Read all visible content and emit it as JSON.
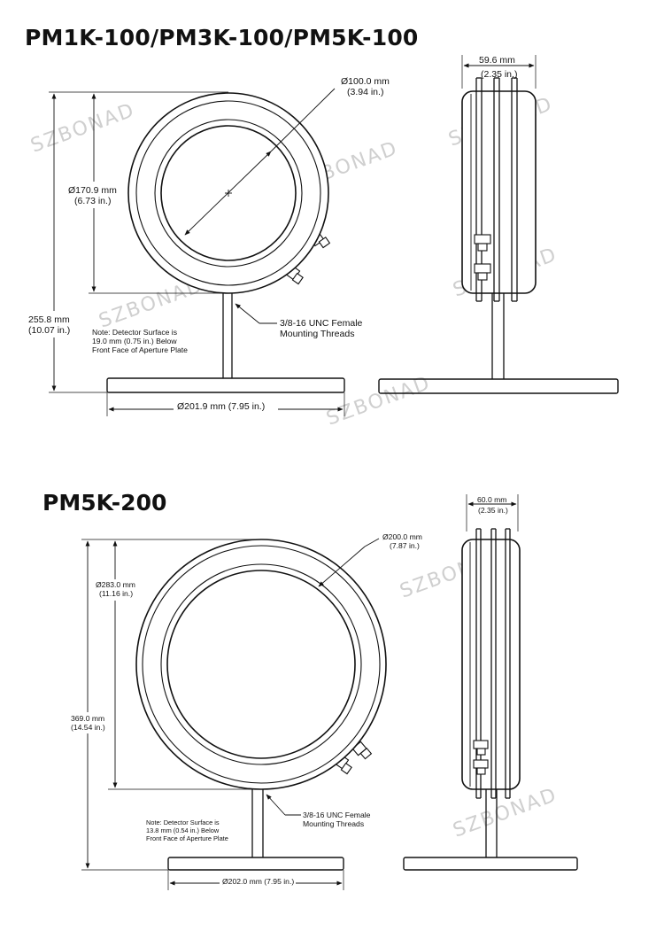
{
  "watermark": "SZBONAD",
  "colors": {
    "line": "#111111",
    "watermark": "#cfcfcf",
    "background": "#ffffff"
  },
  "drawing1": {
    "title": "PM1K-100/PM3K-100/PM5K-100",
    "aperture_dia": {
      "mm": "Ø100.0 mm",
      "in": "(3.94 in.)"
    },
    "housing_dia": {
      "mm": "Ø170.9 mm",
      "in": "(6.73 in.)"
    },
    "overall_height": {
      "mm": "255.8 mm",
      "in": "(10.07 in.)"
    },
    "side_width": {
      "mm": "59.6 mm",
      "in": "(2.35 in.)"
    },
    "base_dia": "Ø201.9 mm (7.95 in.)",
    "thread_note": [
      "3/8-16 UNC Female",
      "Mounting Threads"
    ],
    "detector_note": [
      "Note: Detector Surface is",
      "19.0 mm (0.75 in.) Below",
      "Front Face of Aperture Plate"
    ]
  },
  "drawing2": {
    "title": "PM5K-200",
    "aperture_dia": {
      "mm": "Ø200.0 mm",
      "in": "(7.87 in.)"
    },
    "housing_dia": {
      "mm": "Ø283.0 mm",
      "in": "(11.16 in.)"
    },
    "overall_height": {
      "mm": "369.0 mm",
      "in": "(14.54 in.)"
    },
    "side_width": {
      "mm": "60.0 mm",
      "in": "(2.35 in.)"
    },
    "base_dia": "Ø202.0 mm (7.95 in.)",
    "thread_note": [
      "3/8-16 UNC Female",
      "Mounting Threads"
    ],
    "detector_note": [
      "Note: Detector Surface is",
      "13.8 mm (0.54 in.) Below",
      "Front Face of Aperture Plate"
    ]
  }
}
